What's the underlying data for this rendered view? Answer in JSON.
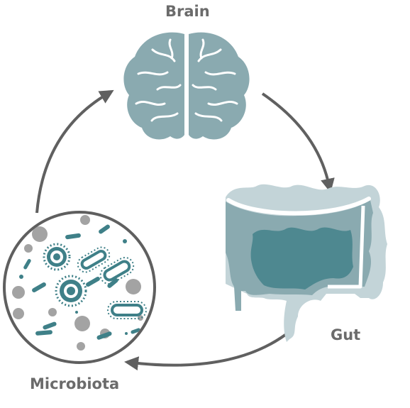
{
  "labels": {
    "brain": "Brain",
    "gut": "Gut",
    "microbiota": "Microbiota"
  },
  "colors": {
    "brain_fill": "#8aaab0",
    "gut_dark": "#4e8890",
    "gut_mid": "#8aaab0",
    "gut_light": "#c3d4d8",
    "arrow": "#606060",
    "label": "#6b6b6b",
    "microbe_teal": "#3f8088",
    "microbe_gray": "#a3a3a3",
    "circle_border": "#5f5f5f"
  },
  "icons": {
    "brain": "brain-icon",
    "gut": "gut-icon",
    "microbiota": "microbiota-icon"
  }
}
